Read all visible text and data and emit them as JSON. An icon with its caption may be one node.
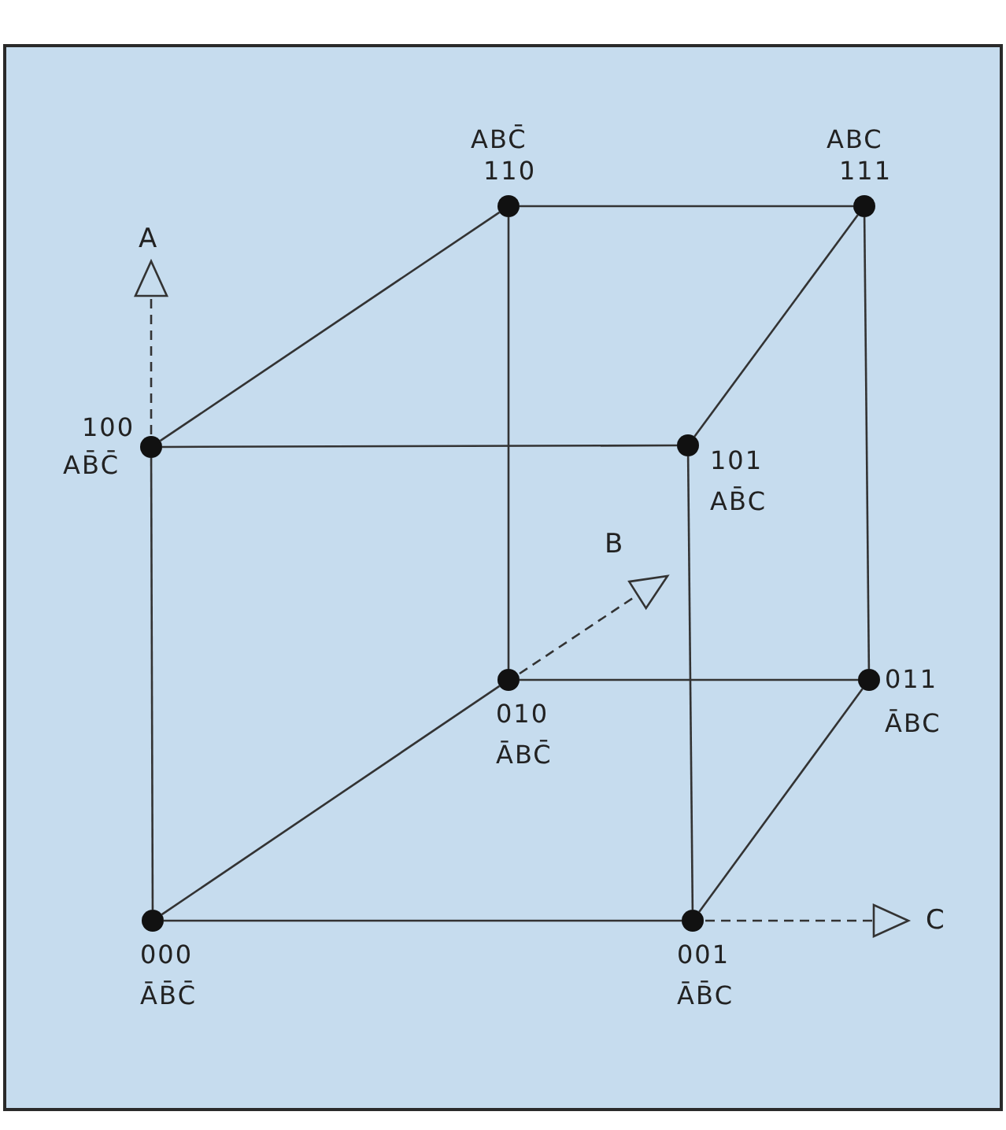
{
  "diagram": {
    "nodes": [
      {
        "text": [
          "ABC̄",
          "110"
        ]
      },
      {
        "text": [
          "ABC",
          "111"
        ]
      },
      {
        "text": [
          "100",
          "AB̄C̄"
        ]
      },
      {
        "text": [
          "101",
          "AB̄C"
        ]
      },
      {
        "text": [
          "010",
          "ĀBC̄"
        ]
      },
      {
        "text": [
          "011",
          "ĀBC"
        ]
      },
      {
        "text": [
          "000",
          "ĀB̄C̄"
        ]
      },
      {
        "text": [
          "001",
          "ĀB̄C"
        ]
      }
    ],
    "edges": [
      {
        "from": 0,
        "to": 1,
        "arrow": "none"
      },
      {
        "from": 2,
        "to": 0,
        "arrow": "none"
      },
      {
        "from": 3,
        "to": 1,
        "arrow": "none"
      },
      {
        "from": 2,
        "to": 3,
        "arrow": "none"
      },
      {
        "from": 0,
        "to": 4,
        "arrow": "none"
      },
      {
        "from": 1,
        "to": 5,
        "arrow": "none"
      },
      {
        "from": 2,
        "to": 6,
        "arrow": "none"
      },
      {
        "from": 3,
        "to": 7,
        "arrow": "none"
      },
      {
        "from": 4,
        "to": 5,
        "arrow": "none"
      },
      {
        "from": 6,
        "to": 4,
        "arrow": "none"
      },
      {
        "from": 7,
        "to": 5,
        "arrow": "none"
      },
      {
        "from": 6,
        "to": 7,
        "arrow": "none"
      }
    ],
    "labels": [
      "A",
      "B",
      "C"
    ]
  }
}
